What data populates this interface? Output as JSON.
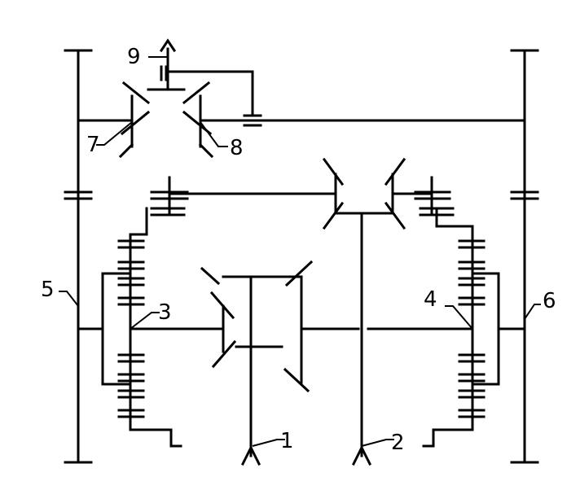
{
  "diagram": {
    "labels": {
      "l1": "1",
      "l2": "2",
      "l3": "3",
      "l4": "4",
      "l5": "5",
      "l6": "6",
      "l7": "7",
      "l8": "8",
      "l9": "9"
    },
    "line_color": "#000000",
    "background": "#ffffff"
  }
}
